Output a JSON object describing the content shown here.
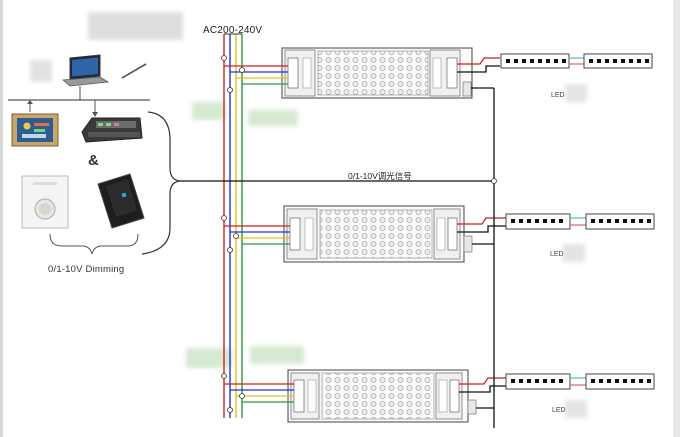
{
  "labels": {
    "ac_input": "AC200-240V",
    "dimming_signal": "0/1-10V调光信号",
    "ampersand": "&",
    "dimming_caption": "0/1-10V Dimming",
    "led_1": "LED",
    "led_2": "LED",
    "led_3": "LED"
  },
  "colors": {
    "line_live": "#cc2222",
    "line_neutral": "#2233cc",
    "line_earth": "#e0c020",
    "line_green": "#2a9d3a",
    "signal_wire": "#111111",
    "strip_accent": "#5bc0d8",
    "blur_green": "#d6ead2",
    "blur_grey": "#dcdcdc"
  },
  "icons": {
    "laptop": "laptop-icon",
    "router": "router-icon",
    "control_panel": "control-panel-icon",
    "din_module": "din-rail-module-icon",
    "rotary_dimmer": "rotary-dimmer-icon",
    "touch_dimmer": "touch-dimmer-icon",
    "driver": "led-driver-icon",
    "led_strip": "led-strip-icon"
  }
}
